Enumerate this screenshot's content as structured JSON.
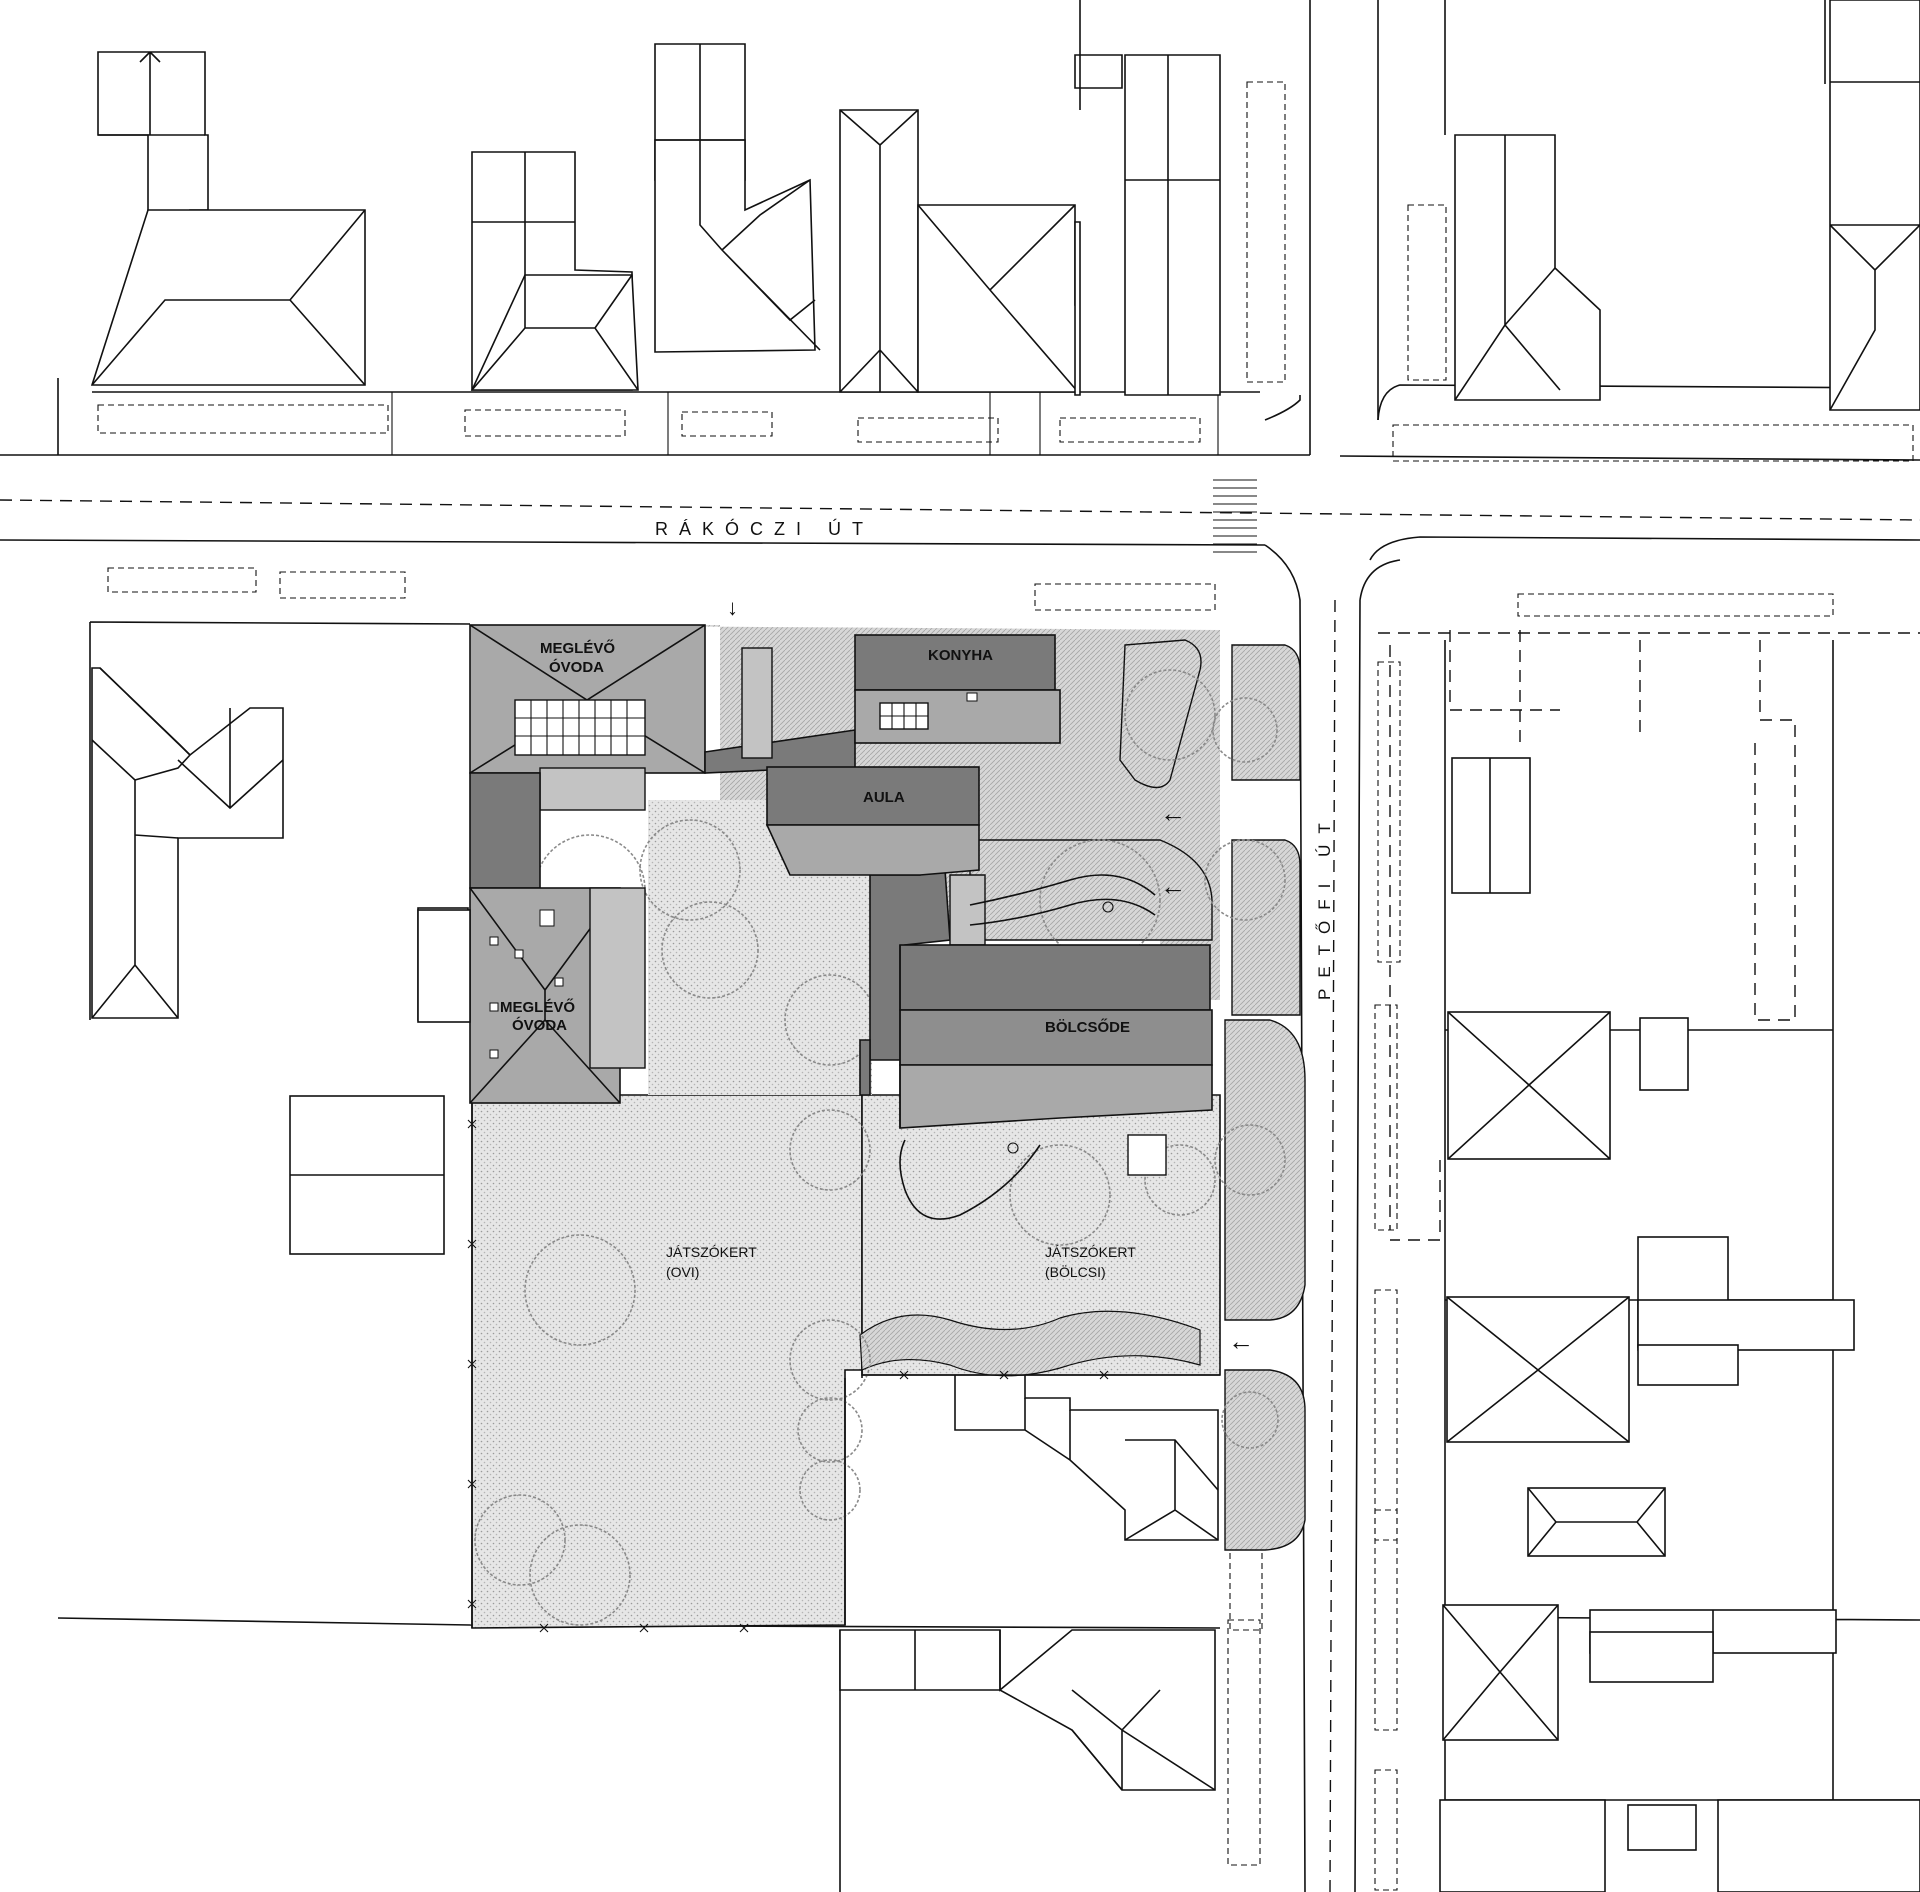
{
  "streets": {
    "rakoczi": "RÁKÓCZI ÚT",
    "petofi": "PETŐFI ÚT"
  },
  "buildings": {
    "ovoda_north_line1": "MEGLÉVŐ",
    "ovoda_north_line2": "ÓVODA",
    "konyha": "KONYHA",
    "aula": "AULA",
    "ovoda_south_line1": "MEGLÉVŐ",
    "ovoda_south_line2": "ÓVODA",
    "bolcsode": "BÖLCSŐDE"
  },
  "gardens": {
    "ovi_line1": "JÁTSZÓKERT",
    "ovi_line2": "(OVI)",
    "bolcsi_line1": "JÁTSZÓKERT",
    "bolcsi_line2": "(BÖLCSI)"
  },
  "markers": {
    "entrance_arrow": "←",
    "entrance_arrow_down": "↓"
  },
  "colors": {
    "ink": "#111111",
    "existing_building": "#a9a9a9",
    "new_building": "#7a7a7a",
    "paving": "#dcdcdc",
    "garden": "#e3e3e3"
  }
}
